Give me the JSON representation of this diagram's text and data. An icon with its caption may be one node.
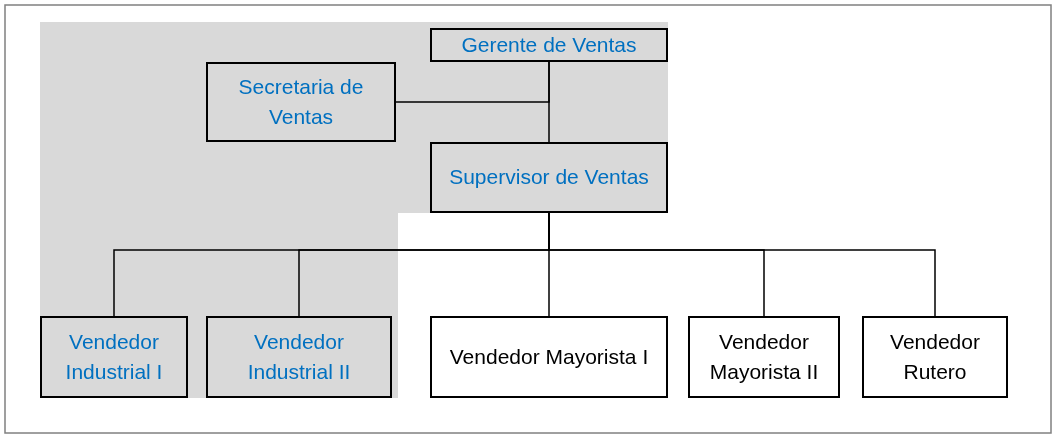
{
  "diagram": {
    "nodes": [
      {
        "text": [
          "Gerente de Ventas"
        ]
      },
      {
        "text": [
          "Secretaria de Ventas"
        ]
      },
      {
        "text": [
          "Supervisor de Ventas"
        ]
      },
      {
        "text": [
          "Vendedor Industrial I"
        ]
      },
      {
        "text": [
          "Vendedor Industrial II"
        ]
      },
      {
        "text": [
          "Vendedor Mayorista I"
        ]
      },
      {
        "text": [
          "Vendedor Mayorista II"
        ]
      },
      {
        "text": [
          "Vendedor Rutero"
        ]
      }
    ],
    "edges": [
      {
        "from": 0,
        "to": 2,
        "arrow": "none"
      },
      {
        "from": 1,
        "to": 0,
        "arrow": "none"
      },
      {
        "from": 2,
        "to": 3,
        "arrow": "none"
      },
      {
        "from": 2,
        "to": 4,
        "arrow": "none"
      },
      {
        "from": 2,
        "to": 5,
        "arrow": "none"
      },
      {
        "from": 2,
        "to": 6,
        "arrow": "none"
      },
      {
        "from": 2,
        "to": 7,
        "arrow": "none"
      }
    ]
  }
}
